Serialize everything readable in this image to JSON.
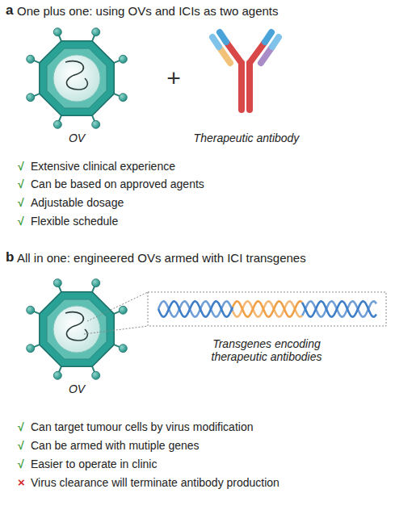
{
  "diagram": {
    "labels": [
      "a",
      "One plus one: using OVs and ICIs as two agents",
      "+",
      "OV",
      "Therapeutic antibody",
      "√",
      "Extensive clinical experience",
      "√",
      "Can be based on approved agents",
      "√",
      "Adjustable dosage",
      "√",
      "Flexible schedule",
      "b",
      "All in one: engineered OVs armed with ICI transgenes",
      "OV",
      "Transgenes encoding therapeutic antibodies",
      "√",
      "Can target tumour cells by virus modification",
      "√",
      "Can be armed with mutiple genes",
      "√",
      "Easier to operate in clinic",
      "×",
      "Virus clearance will terminate antibody production"
    ]
  }
}
